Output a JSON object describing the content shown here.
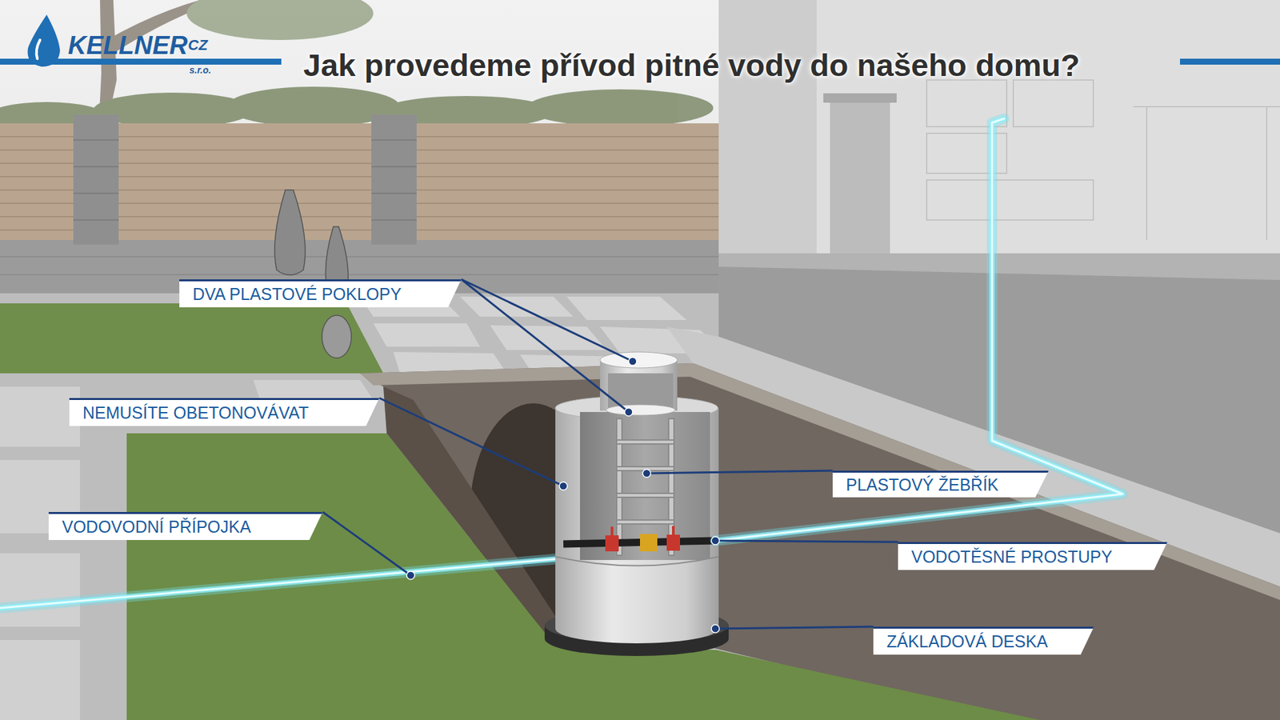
{
  "diagram": {
    "title": "Jak provedeme přívod pitné vody do našeho domu?",
    "labels": [
      "KELLNER",
      "CZ",
      "s.r.o.",
      "DVA PLASTOVÉ POKLOPY",
      "NEMUSÍTE OBETONOVÁVAT",
      "VODOVODNÍ PŘÍPOJKA",
      "PLASTOVÝ ŽEBŘÍK",
      "VODOTĚSNÉ PROSTUPY",
      "ZÁKLADOVÁ DESKA"
    ]
  }
}
